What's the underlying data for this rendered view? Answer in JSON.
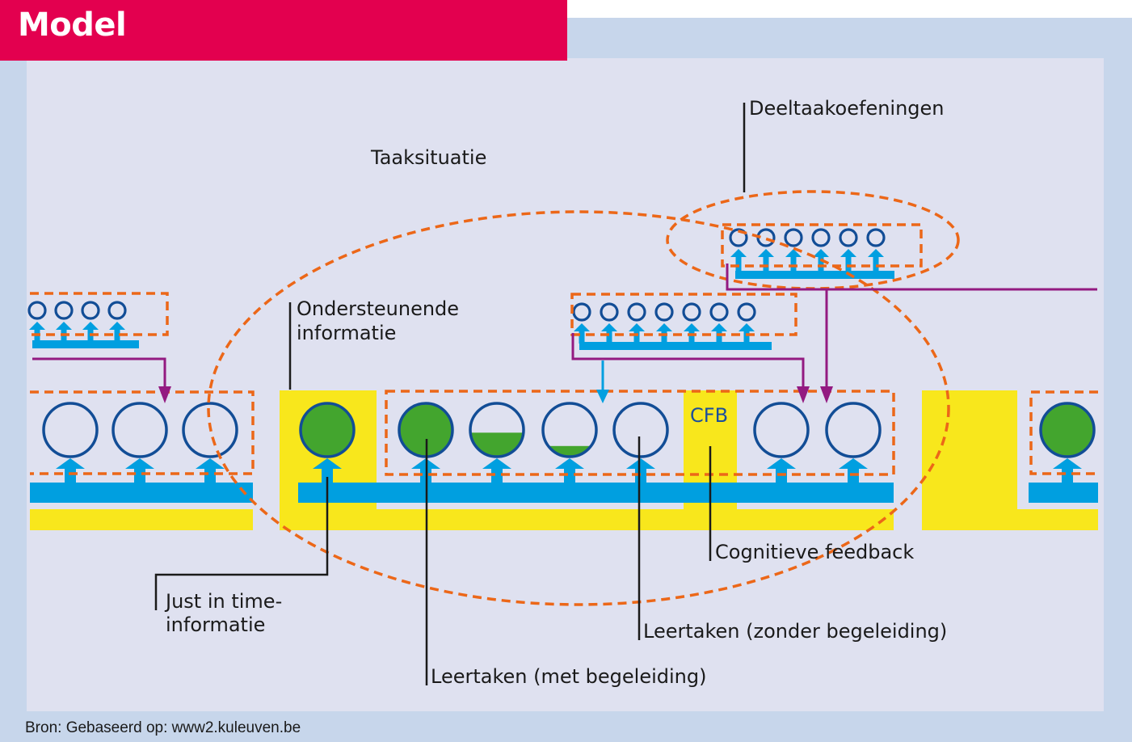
{
  "header": {
    "title": "Model"
  },
  "footer": {
    "source": "Bron: Gebaseerd op: www2.kuleuven.be"
  },
  "colors": {
    "title_bg": "#e3004f",
    "frame": "#c7d6eb",
    "panel": "#dfe1f0",
    "support_yellow": "#f8e71c",
    "procedure_blue": "#009fe0",
    "circle_outline": "#124d96",
    "filled_green": "#43a52e",
    "dashed_orange": "#ec6718",
    "flow_purple": "#931a81",
    "leader_black": "#1a1a1a"
  },
  "labels": {
    "taaksituatie": "Taaksituatie",
    "deeltaakoefeningen": "Deeltaakoefeningen",
    "ondersteunende_line1": "Ondersteunende",
    "ondersteunende_line2": "informatie",
    "jit_line1": "Just in time-",
    "jit_line2": "informatie",
    "cognitieve_feedback": "Cognitieve feedback",
    "leertaken_zonder": "Leertaken (zonder begeleiding)",
    "leertaken_met": "Leertaken (met begeleiding)",
    "cfb": "CFB"
  },
  "diagram": {
    "part_task_groups": [
      {
        "name": "left-part-task-practice",
        "items": 4
      },
      {
        "name": "middle-part-task-practice",
        "items": 7
      },
      {
        "name": "top-part-task-practice",
        "items": 6
      }
    ],
    "task_classes": [
      {
        "name": "task-class-1",
        "tasks": [
          {
            "support": 0
          },
          {
            "support": 0
          },
          {
            "support": 0
          }
        ]
      },
      {
        "name": "task-class-2-supported",
        "tasks": [
          {
            "support": 1
          }
        ]
      },
      {
        "name": "task-class-2",
        "tasks": [
          {
            "support": 1
          },
          {
            "support": 0.45
          },
          {
            "support": 0.2
          },
          {
            "support": 0
          },
          {
            "support": 0
          },
          {
            "support": 0
          }
        ]
      },
      {
        "name": "task-class-3",
        "tasks": [
          {
            "support": 1
          }
        ]
      }
    ]
  }
}
